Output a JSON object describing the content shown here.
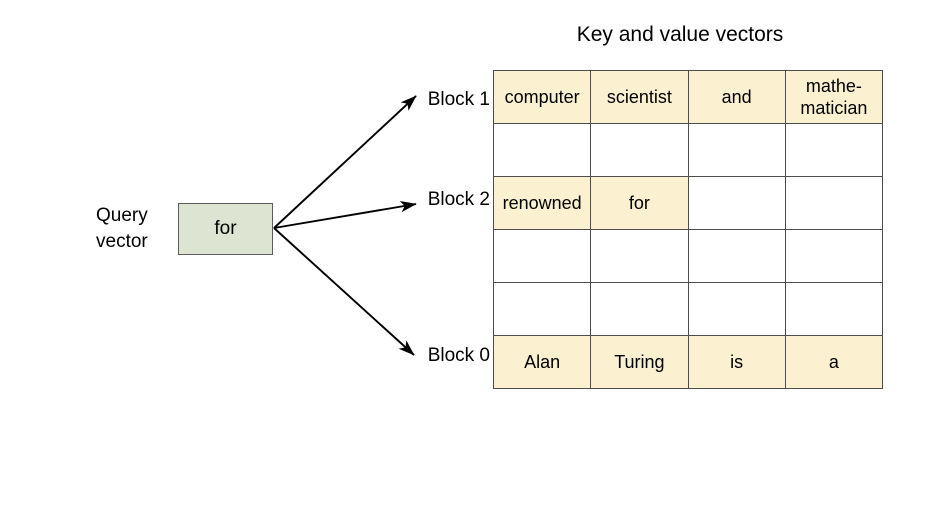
{
  "title": "Key and value vectors",
  "colors": {
    "cell_fill": "#fbf0cf",
    "query_fill": "#dde5d2",
    "border": "#4d4d4d",
    "arrow": "#000000",
    "text": "#000000",
    "background": "#ffffff"
  },
  "query": {
    "label_line1": "Query",
    "label_line2": "vector",
    "token": "for"
  },
  "blocks": [
    {
      "id": "block-1",
      "label": "Block 1"
    },
    {
      "id": "block-2",
      "label": "Block 2"
    },
    {
      "id": "block-0",
      "label": "Block 0"
    }
  ],
  "table": {
    "columns": 4,
    "rows": [
      {
        "row_index": 0,
        "block": "Block 1",
        "cells": [
          {
            "text": "computer",
            "filled": true
          },
          {
            "text": "scientist",
            "filled": true
          },
          {
            "text": "and",
            "filled": true
          },
          {
            "text": "mathe-\nmatician",
            "line1": "mathe-",
            "line2": "matician",
            "filled": true
          }
        ]
      },
      {
        "row_index": 1,
        "block": "Block 1",
        "cells": [
          {
            "text": "",
            "filled": false
          },
          {
            "text": "",
            "filled": false
          },
          {
            "text": "",
            "filled": false
          },
          {
            "text": "",
            "filled": false
          }
        ]
      },
      {
        "row_index": 2,
        "block": "Block 2",
        "cells": [
          {
            "text": "renowned",
            "filled": true
          },
          {
            "text": "for",
            "filled": true
          },
          {
            "text": "",
            "filled": false
          },
          {
            "text": "",
            "filled": false
          }
        ]
      },
      {
        "row_index": 3,
        "block": "Block 2",
        "cells": [
          {
            "text": "",
            "filled": false
          },
          {
            "text": "",
            "filled": false
          },
          {
            "text": "",
            "filled": false
          },
          {
            "text": "",
            "filled": false
          }
        ]
      },
      {
        "row_index": 4,
        "block": "",
        "cells": [
          {
            "text": "",
            "filled": false
          },
          {
            "text": "",
            "filled": false
          },
          {
            "text": "",
            "filled": false
          },
          {
            "text": "",
            "filled": false
          }
        ]
      },
      {
        "row_index": 5,
        "block": "Block 0",
        "cells": [
          {
            "text": "Alan",
            "filled": true
          },
          {
            "text": "Turing",
            "filled": true
          },
          {
            "text": "is",
            "filled": true
          },
          {
            "text": "a",
            "filled": true
          }
        ]
      }
    ]
  },
  "arrows": [
    {
      "name": "arrow-to-block-1",
      "from": "query-box",
      "to": "Block 1"
    },
    {
      "name": "arrow-to-block-2",
      "from": "query-box",
      "to": "Block 2"
    },
    {
      "name": "arrow-to-block-0",
      "from": "query-box",
      "to": "Block 0"
    }
  ]
}
